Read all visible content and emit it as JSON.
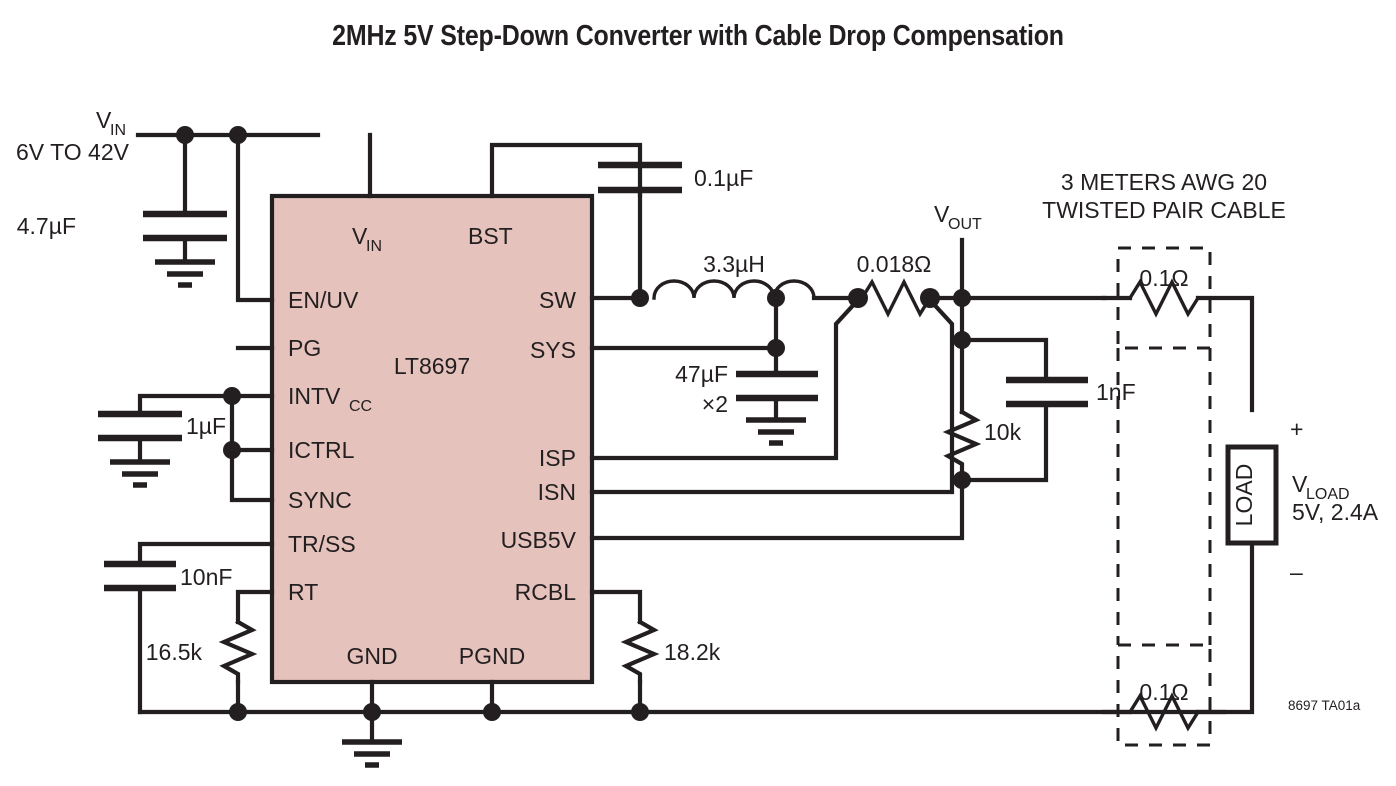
{
  "title": "2MHz 5V Step-Down Converter with Cable Drop Compensation",
  "part_number_note": "8697 TA01a",
  "ic": {
    "name": "LT8697",
    "fill_color": "#e5c2bc",
    "pins_left": [
      "EN/UV",
      "PG",
      "ICTRL",
      "SYNC",
      "TR/SS",
      "RT"
    ],
    "pins_left_special": {
      "intvcc_main": "INTV",
      "intvcc_sub": "CC"
    },
    "pins_top": {
      "vin_main": "V",
      "vin_sub": "IN",
      "bst": "BST"
    },
    "pins_right": [
      "SW",
      "SYS",
      "ISP",
      "ISN",
      "USB5V",
      "RCBL"
    ],
    "pins_bottom": [
      "GND",
      "PGND"
    ]
  },
  "labels": {
    "vin_main": "V",
    "vin_sub": "IN",
    "vin_range": "6V TO 42V",
    "vout_main": "V",
    "vout_sub": "OUT",
    "vload_main": "V",
    "vload_sub": "LOAD",
    "vload_rating": "5V, 2.4A",
    "load_box": "LOAD",
    "plus": "+",
    "minus": "–",
    "cable_line1": "3 METERS AWG 20",
    "cable_line2": "TWISTED PAIR CABLE"
  },
  "components": [
    {
      "id": "cin",
      "label": "4.7µF",
      "type": "capacitor"
    },
    {
      "id": "cbst",
      "label": "0.1µF",
      "type": "capacitor"
    },
    {
      "id": "cintvcc",
      "label": "1µF",
      "type": "capacitor"
    },
    {
      "id": "css",
      "label": "10nF",
      "type": "capacitor"
    },
    {
      "id": "cout",
      "label": "47µF",
      "type": "capacitor"
    },
    {
      "id": "cout_mult",
      "label": "×2",
      "type": "annotation"
    },
    {
      "id": "cfilt",
      "label": "1nF",
      "type": "capacitor"
    },
    {
      "id": "l1",
      "label": "3.3µH",
      "type": "inductor"
    },
    {
      "id": "rsense",
      "label": "0.018Ω",
      "type": "resistor"
    },
    {
      "id": "rrcbl",
      "label": "18.2k",
      "type": "resistor"
    },
    {
      "id": "rt",
      "label": "16.5k",
      "type": "resistor"
    },
    {
      "id": "rfilt",
      "label": "10k",
      "type": "resistor"
    },
    {
      "id": "rcable_top",
      "label": "0.1Ω",
      "type": "resistor"
    },
    {
      "id": "rcable_bot",
      "label": "0.1Ω",
      "type": "resistor"
    }
  ]
}
